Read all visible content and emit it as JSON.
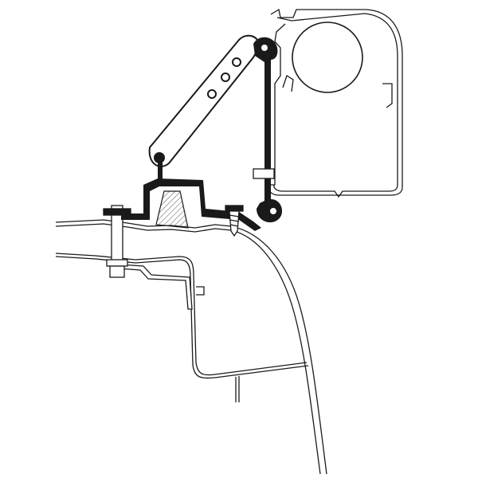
{
  "diagram": {
    "colors": {
      "line": "#1a1a1a",
      "background": "#ffffff",
      "hatch": "#555555"
    },
    "parts": [
      "awning-profile",
      "awning-roller",
      "adapter-arm",
      "vertical-strut",
      "roof-bracket",
      "screw",
      "bolt",
      "l-bracket",
      "vehicle-roof"
    ]
  }
}
